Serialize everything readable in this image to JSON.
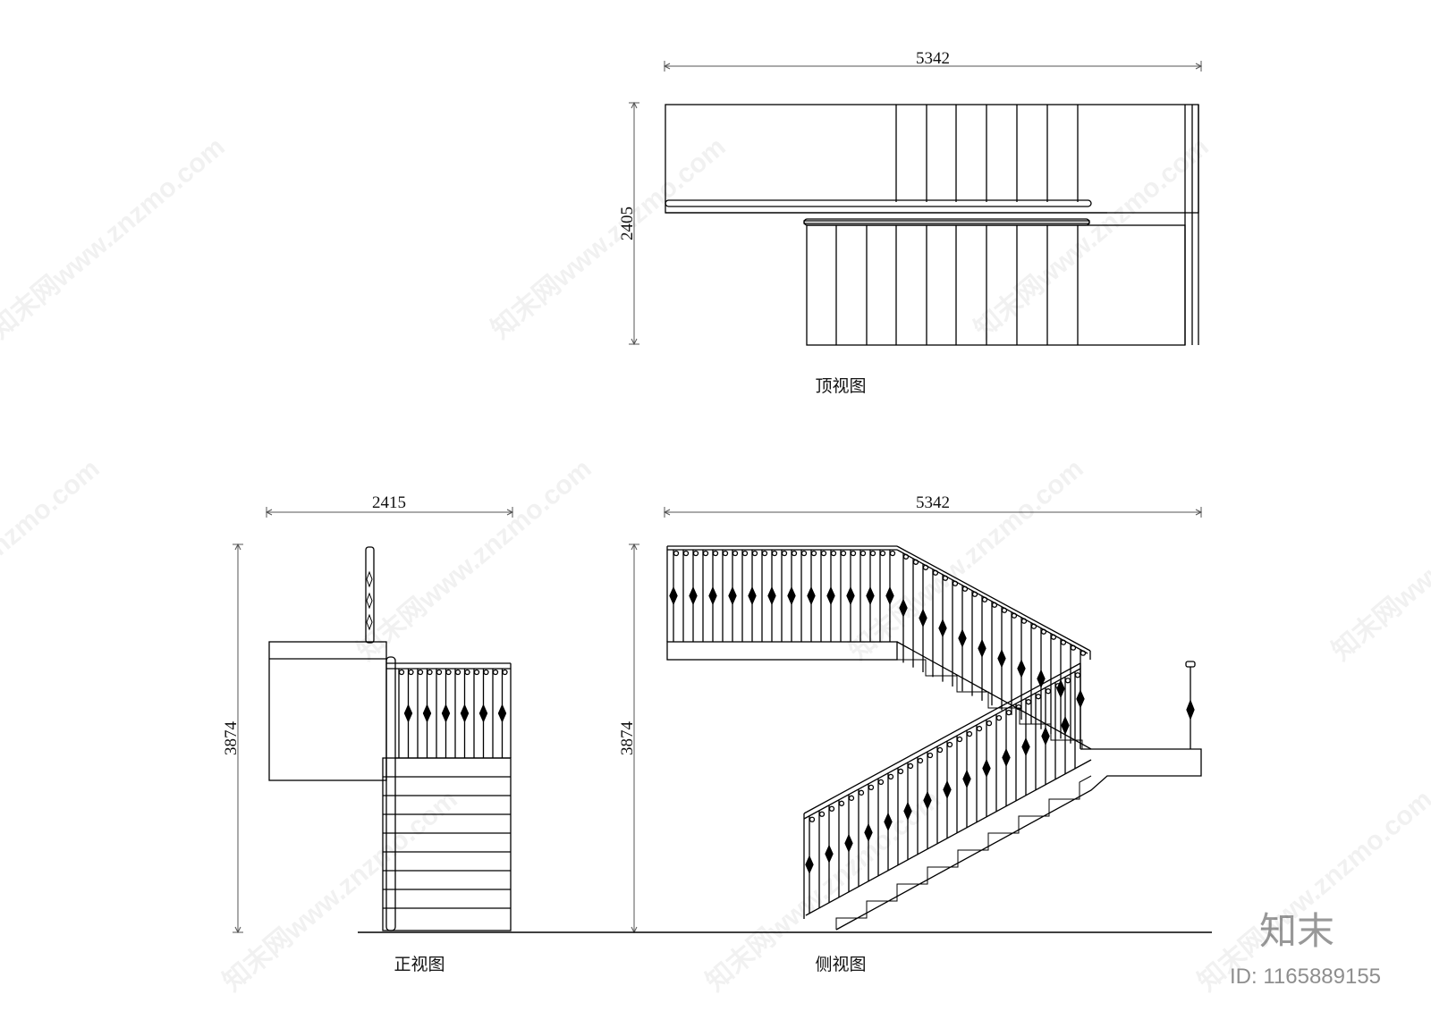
{
  "views": {
    "top": {
      "caption": "顶视图",
      "width_dim": "5342",
      "depth_dim": "2405"
    },
    "front": {
      "caption": "正视图",
      "width_dim": "2415",
      "height_dim": "3874"
    },
    "side": {
      "caption": "侧视图",
      "width_dim": "5342",
      "height_dim": "3874"
    }
  },
  "watermark": {
    "repeat_text": "知末网www.znzmo.com",
    "logo": "知末",
    "id_label": "ID: 1165889155"
  },
  "colors": {
    "line": "#000000",
    "dimension": "#555555",
    "background": "#ffffff"
  }
}
